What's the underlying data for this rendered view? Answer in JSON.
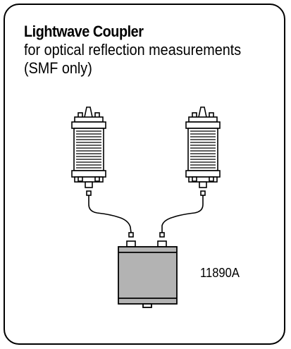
{
  "title": "Lightwave Coupler",
  "subtitle_line1": "for optical reflection measurements",
  "subtitle_line2": "(SMF only)",
  "model": "11890A",
  "colors": {
    "border": "#000000",
    "coupler_fill": "#b3b3b3",
    "connector_fill": "#ffffff"
  },
  "icons": {
    "left_connector": "fiber-connector-icon",
    "right_connector": "fiber-connector-icon",
    "coupler": "coupler-box-icon"
  }
}
